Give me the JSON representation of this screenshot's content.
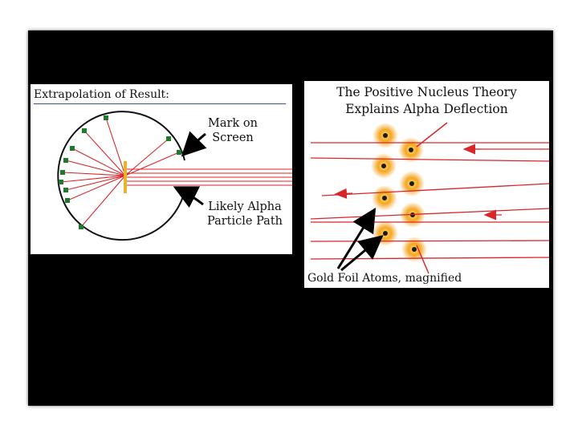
{
  "left_diagram": {
    "title": "Extrapolation of Result:",
    "label_mark": [
      "Mark on",
      "Screen"
    ],
    "label_path": [
      "Likely Alpha",
      "Particle Path"
    ]
  },
  "right_diagram": {
    "title_line1": "The Positive Nucleus Theory",
    "title_line2": "Explains Alpha Deflection",
    "caption": "Gold Foil Atoms, magnified"
  },
  "colors": {
    "slide_background": "#000000",
    "particle_path": "#d9262b",
    "screen_mark": "#1f7a2e",
    "gold_foil": "#e8b52a",
    "nucleus_glow": "#f5a623",
    "nucleus_core": "#1a1a1a"
  }
}
